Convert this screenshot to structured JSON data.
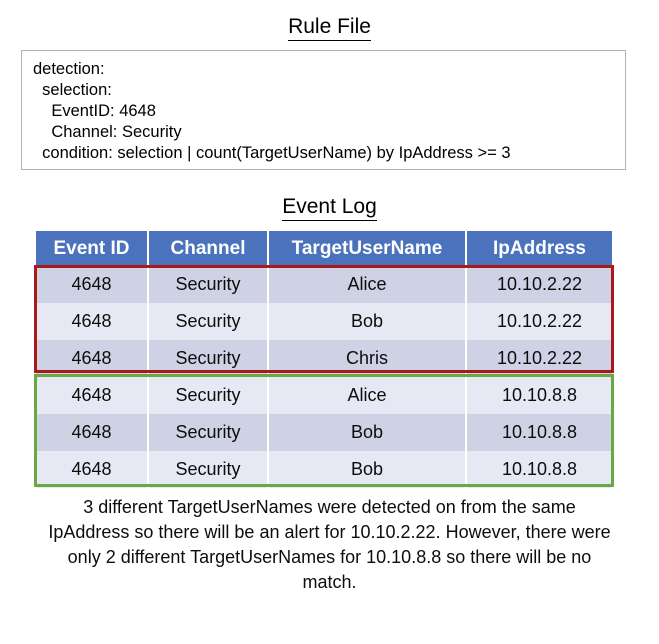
{
  "rule_section": {
    "title": "Rule File",
    "lines": [
      "detection:",
      "  selection:",
      "    EventID: 4648",
      "    Channel: Security",
      "  condition: selection | count(TargetUserName) by IpAddress >= 3"
    ]
  },
  "log_section": {
    "title": "Event Log",
    "columns": [
      "Event ID",
      "Channel",
      "TargetUserName",
      "IpAddress"
    ],
    "rows": [
      {
        "event_id": "4648",
        "channel": "Security",
        "target_user_name": "Alice",
        "ip_address": "10.10.2.22"
      },
      {
        "event_id": "4648",
        "channel": "Security",
        "target_user_name": "Bob",
        "ip_address": "10.10.2.22"
      },
      {
        "event_id": "4648",
        "channel": "Security",
        "target_user_name": "Chris",
        "ip_address": "10.10.2.22"
      },
      {
        "event_id": "4648",
        "channel": "Security",
        "target_user_name": "Alice",
        "ip_address": "10.10.8.8"
      },
      {
        "event_id": "4648",
        "channel": "Security",
        "target_user_name": "Bob",
        "ip_address": "10.10.8.8"
      },
      {
        "event_id": "4648",
        "channel": "Security",
        "target_user_name": "Bob",
        "ip_address": "10.10.8.8"
      }
    ]
  },
  "highlights": {
    "match_group_color": "#a8191b",
    "nomatch_group_color": "#6aa843"
  },
  "colors": {
    "header_blue": "#4a72bd",
    "row_dark": "#ced2e4",
    "row_light": "#e6e8f3",
    "rule_box_border": "#b3b3b3"
  },
  "caption": "3 different TargetUserNames were detected on from the same IpAddress so there will be an alert for 10.10.2.22. However, there were only 2 different TargetUserNames for 10.10.8.8 so there will be no match."
}
